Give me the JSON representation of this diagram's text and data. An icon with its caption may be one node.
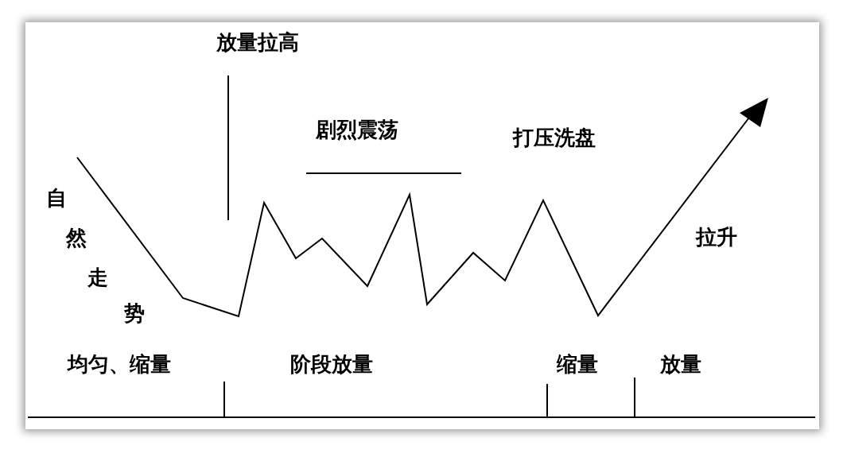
{
  "diagram": {
    "labels": [
      "放量拉高",
      "剧烈震荡",
      "打压洗盘",
      "自然走势",
      "拉升",
      "均匀、缩量",
      "阶段放量",
      "缩量",
      "放量"
    ]
  }
}
